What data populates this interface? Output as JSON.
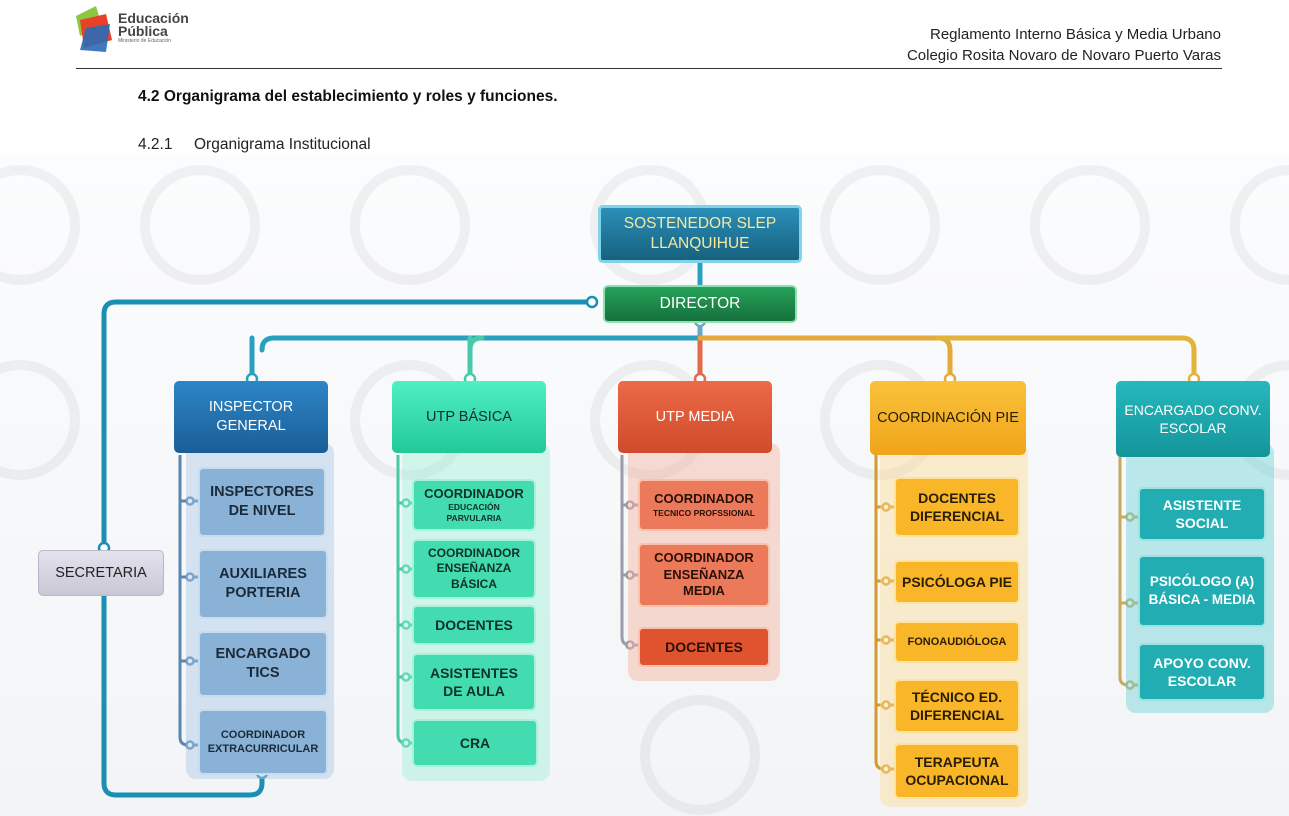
{
  "header": {
    "logo_name": "Educación",
    "logo_name2": "Pública",
    "logo_sub": "Ministerio de Educación",
    "right_line1": "Reglamento Interno Básica y Media Urbano",
    "right_line2": "Colegio Rosita Novaro de Novaro Puerto Varas"
  },
  "section": {
    "title": "4.2  Organigrama del establecimiento y roles y funciones.",
    "subsection_number": "4.2.1",
    "subsection_title": "Organigrama Institucional"
  },
  "org": {
    "sostenedor": "SOSTENEDOR SLEP LLANQUIHUE",
    "director": "DIRECTOR",
    "secretaria": "SECRETARIA",
    "inspector": {
      "head": "INSPECTOR GENERAL",
      "items": [
        "INSPECTORES DE NIVEL",
        "AUXILIARES PORTERIA",
        "ENCARGADO TICS",
        "COORDINADOR EXTRACURRICULAR"
      ]
    },
    "utp_basica": {
      "head": "UTP BÁSICA",
      "coord_parv_main": "COORDINADOR",
      "coord_parv_sub": "EDUCACIÓN PARVULARIA",
      "items": [
        "COORDINADOR ENSEÑANZA BÁSICA",
        "DOCENTES",
        "ASISTENTES DE AULA",
        "CRA"
      ]
    },
    "utp_media": {
      "head": "UTP MEDIA",
      "coord_tec_main": "COORDINADOR",
      "coord_tec_sub": "TECNICO PROFSSIONAL",
      "items": [
        "COORDINADOR ENSEÑANZA MEDIA",
        "DOCENTES"
      ]
    },
    "pie": {
      "head": "COORDINACIÓN PIE",
      "items": [
        "DOCENTES DIFERENCIAL",
        "PSICÓLOGA PIE",
        "FONOAUDIÓLOGA",
        "TÉCNICO ED. DIFERENCIAL",
        "TERAPEUTA OCUPACIONAL"
      ]
    },
    "conv": {
      "head": "ENCARGADO CONV. ESCOLAR",
      "items": [
        "ASISTENTE SOCIAL",
        "PSICÓLOGO (A) BÁSICA - MEDIA",
        "APOYO CONV. ESCOLAR"
      ]
    }
  },
  "colors": {
    "sostenedor": "#1e7fa3",
    "director": "#1f8a4c",
    "inspector": "#2a7ab8",
    "inspector_item": "#8db3d6",
    "utp_basica": "#3ee6b8",
    "utp_media": "#e2593a",
    "pie": "#f6b52a",
    "conv": "#21aeb3",
    "secretaria": "#d8d6e2"
  }
}
